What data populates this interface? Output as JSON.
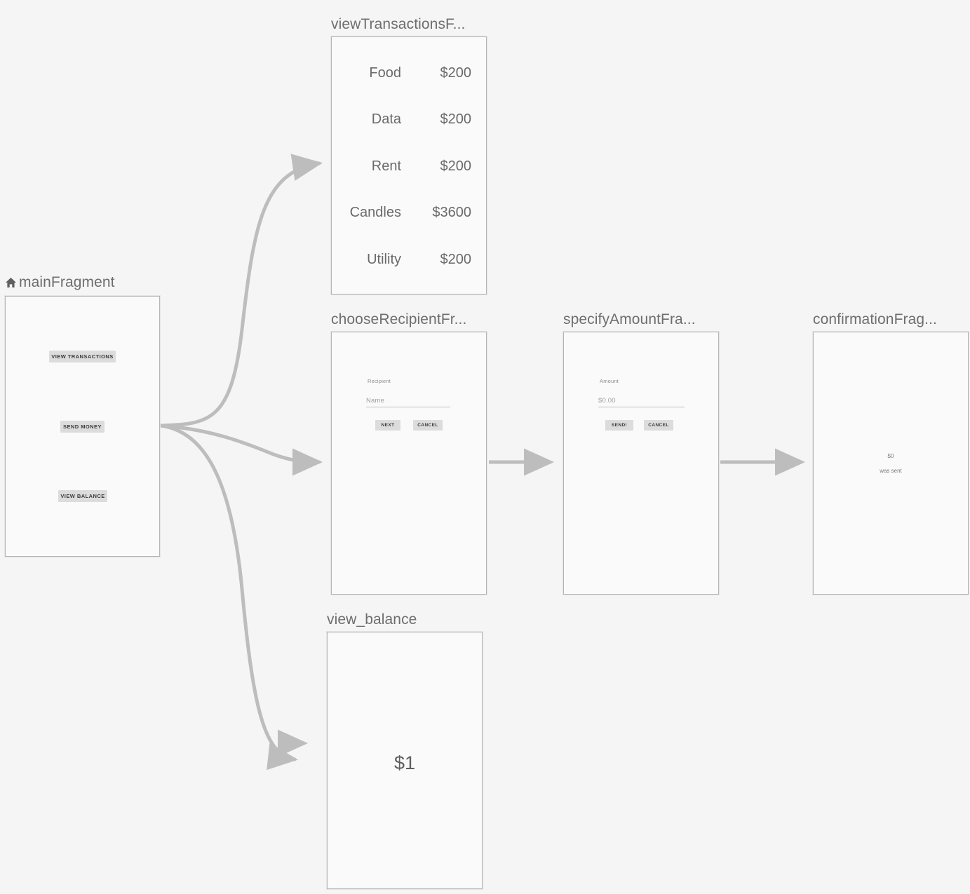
{
  "canvas": {
    "background": "#f5f5f5",
    "edge_color": "#bdbdbd",
    "frame_border": "#b5b5b5",
    "frame_fill": "#fafafa",
    "button_fill": "#dcdcdc",
    "title_color": "#6e6e6e"
  },
  "destinations": {
    "main": {
      "title": "mainFragment",
      "start_icon": "home-icon",
      "buttons": [
        {
          "label": "VIEW TRANSACTIONS"
        },
        {
          "label": "SEND MONEY"
        },
        {
          "label": "VIEW BALANCE"
        }
      ]
    },
    "view_transactions": {
      "title": "viewTransactionsF...",
      "rows": [
        {
          "label": "Food",
          "amount": "$200"
        },
        {
          "label": "Data",
          "amount": "$200"
        },
        {
          "label": "Rent",
          "amount": "$200"
        },
        {
          "label": "Candles",
          "amount": "$3600"
        },
        {
          "label": "Utility",
          "amount": "$200"
        }
      ]
    },
    "choose_recipient": {
      "title": "chooseRecipientFr...",
      "field_label": "Recipient",
      "field_placeholder": "Name",
      "primary_button": "NEXT",
      "secondary_button": "CANCEL"
    },
    "specify_amount": {
      "title": "specifyAmountFra...",
      "field_label": "Amount",
      "field_placeholder": "$0.00",
      "primary_button": "SEND!",
      "secondary_button": "CANCEL"
    },
    "confirmation": {
      "title": "confirmationFrag...",
      "amount": "$0",
      "subtitle": "was sent"
    },
    "view_balance": {
      "title": "view_balance",
      "balance": "$1"
    }
  },
  "actions": [
    {
      "name": "action-main-to-view-transactions",
      "from": "mainFragment",
      "to": "viewTransactionsFragment"
    },
    {
      "name": "action-main-to-choose-recipient",
      "from": "mainFragment",
      "to": "chooseRecipientFragment"
    },
    {
      "name": "action-main-to-view-balance",
      "from": "mainFragment",
      "to": "view_balance"
    },
    {
      "name": "action-main-to-view-balance-2",
      "from": "mainFragment",
      "to": "view_balance"
    },
    {
      "name": "action-choose-to-specify",
      "from": "chooseRecipientFragment",
      "to": "specifyAmountFragment"
    },
    {
      "name": "action-specify-to-confirmation",
      "from": "specifyAmountFragment",
      "to": "confirmationFragment"
    }
  ]
}
